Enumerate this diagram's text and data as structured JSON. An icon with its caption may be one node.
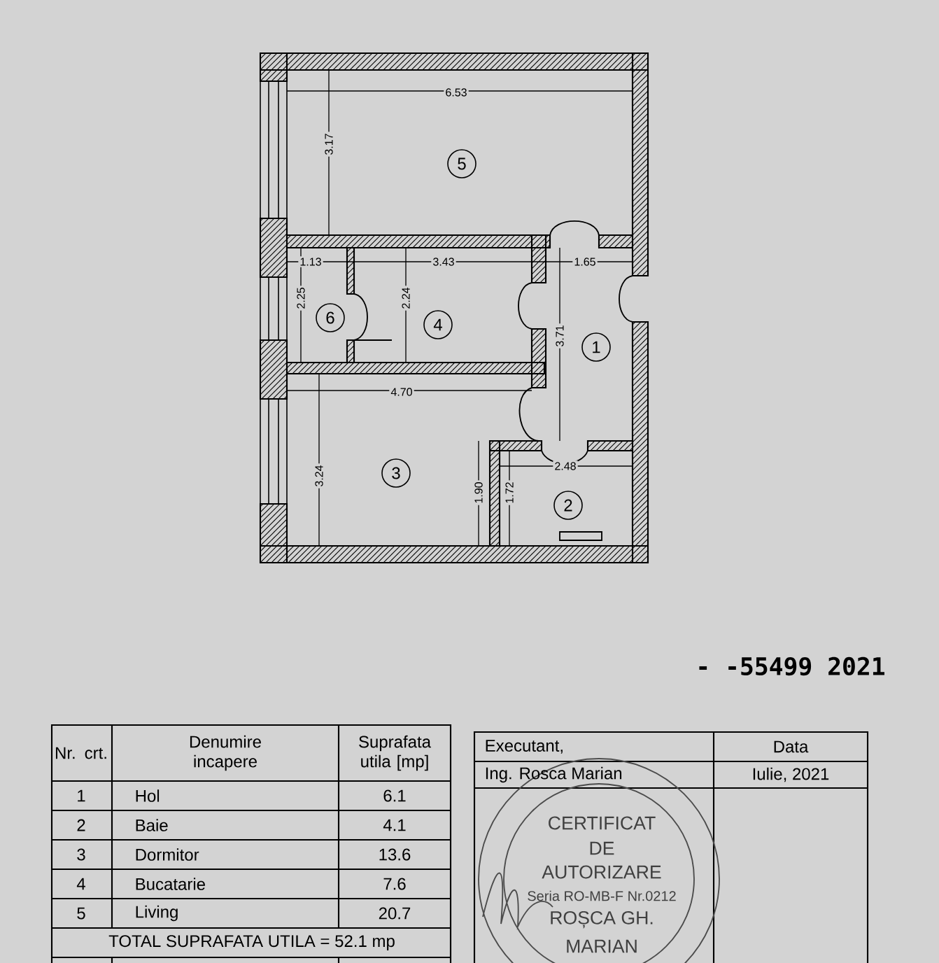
{
  "diagram": {
    "nodes": [
      {
        "text": [
          "5"
        ]
      },
      {
        "text": [
          "6"
        ]
      },
      {
        "text": [
          "4"
        ]
      },
      {
        "text": [
          "1"
        ]
      },
      {
        "text": [
          "3"
        ]
      },
      {
        "text": [
          "2"
        ]
      }
    ],
    "labels": [
      "6.53",
      "3.17",
      "1.13",
      "3.43",
      "1.65",
      "2.25",
      "2.24",
      "3.71",
      "4.70",
      "3.24",
      "2.48",
      "1.90",
      "1.72",
      "- -55499 2021",
      "Nr. crt.",
      "Denumire incapere",
      "Suprafata utila [mp]",
      "1",
      "Hol",
      "6.1",
      "2",
      "Baie",
      "4.1",
      "3",
      "Dormitor",
      "13.6",
      "4",
      "Bucatarie",
      "7.6",
      "5",
      "Living",
      "20.7",
      "TOTAL SUPRAFATA UTILA = 52.1 mp",
      "Executant,",
      "Data",
      "Ing. Rosca Marian",
      "Iulie, 2021",
      "CERTIFICAT",
      "DE",
      "AUTORIZARE",
      "Seria RO-MB-F Nr.0212",
      "ROȘCA GH.",
      "MARIAN"
    ]
  }
}
